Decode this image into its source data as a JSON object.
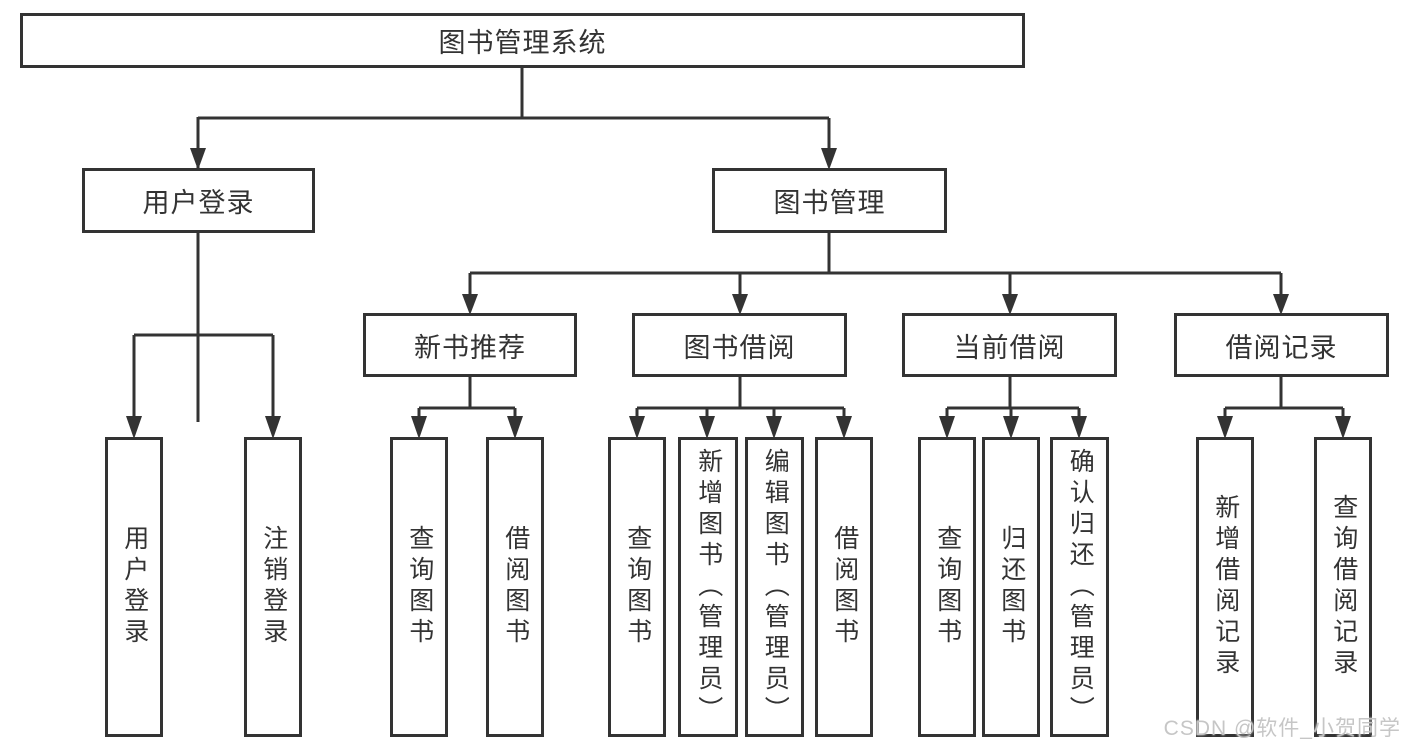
{
  "tree": {
    "label": "图书管理系统",
    "children": [
      {
        "label": "用户登录",
        "children": [
          {
            "label": "用户登录"
          },
          {
            "label": "注销登录"
          }
        ]
      },
      {
        "label": "图书管理",
        "children": [
          {
            "label": "新书推荐",
            "children": [
              {
                "label": "查询图书"
              },
              {
                "label": "借阅图书"
              }
            ]
          },
          {
            "label": "图书借阅",
            "children": [
              {
                "label": "查询图书"
              },
              {
                "label": "新增图书（管理员）"
              },
              {
                "label": "编辑图书（管理员）"
              },
              {
                "label": "借阅图书"
              }
            ]
          },
          {
            "label": "当前借阅",
            "children": [
              {
                "label": "查询图书"
              },
              {
                "label": "归还图书"
              },
              {
                "label": "确认归还（管理员）"
              }
            ]
          },
          {
            "label": "借阅记录",
            "children": [
              {
                "label": "新增借阅记录"
              },
              {
                "label": "查询借阅记录"
              }
            ]
          }
        ]
      }
    ]
  },
  "watermark": {
    "text": "CSDN @软件_小贺同学"
  },
  "colors": {
    "line": "#333333",
    "box_border": "#333333",
    "box_fill": "#ffffff",
    "text": "#333333",
    "watermark": "#c3c3c3"
  }
}
